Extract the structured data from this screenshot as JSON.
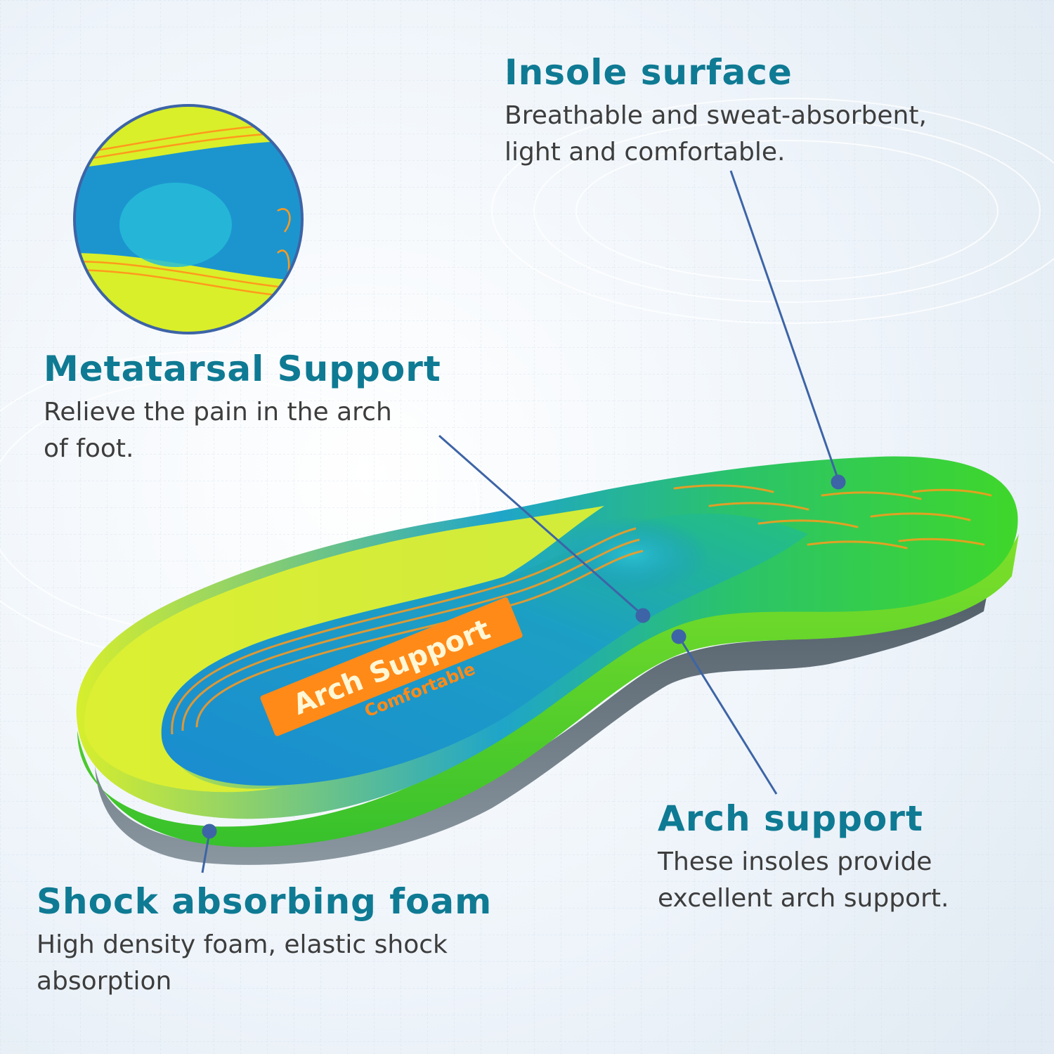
{
  "colors": {
    "heading": "#0f7a93",
    "body_text": "#3d3d3d",
    "leader_line": "#3d64a6",
    "insole_yellow": "#d9ef2a",
    "insole_blue": "#1c8fd0",
    "insole_green": "#3ed428",
    "pattern_orange": "#ff8a18",
    "base_gray": "#5d6b74"
  },
  "icons": [
    "metatarsal-closeup-image",
    "insole-product-image"
  ],
  "insole_badge": {
    "line1": "Arch Support",
    "line2": "Comfortable"
  },
  "features": {
    "insole_surface": {
      "title": "Insole surface",
      "desc_line1": "Breathable and sweat-absorbent,",
      "desc_line2": "light and comfortable."
    },
    "metatarsal": {
      "title": "Metatarsal Support",
      "desc_line1": "Relieve the pain in the arch",
      "desc_line2": "of foot."
    },
    "shock": {
      "title": "Shock absorbing foam",
      "desc_line1": "High density foam, elastic shock",
      "desc_line2": "absorption"
    },
    "arch": {
      "title": "Arch support",
      "desc_line1": "These insoles provide",
      "desc_line2": "excellent arch support."
    }
  }
}
